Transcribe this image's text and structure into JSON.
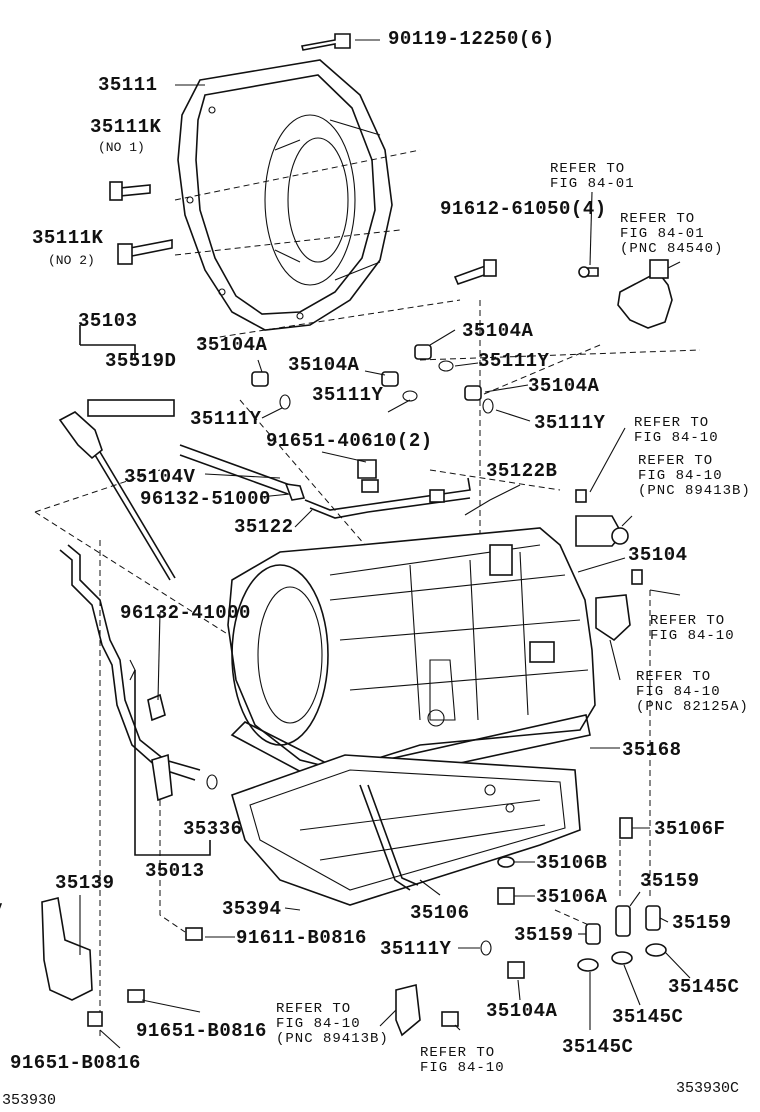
{
  "diagram": {
    "id_left": "353930",
    "id_right": "353930C",
    "labels": {
      "p90119": "90119-12250(6)",
      "p35111": "35111",
      "p35111k1": "35111K",
      "no1": "(NO 1)",
      "p35111k2": "35111K",
      "no2": "(NO 2)",
      "p91612": "91612-61050(4)",
      "p35103": "35103",
      "p35519d": "35519D",
      "p35104a_1": "35104A",
      "p35104a_2": "35104A",
      "p35104a_3": "35104A",
      "p35104a_4": "35104A",
      "p35104a_5": "35104A",
      "p35111y_1": "35111Y",
      "p35111y_2": "35111Y",
      "p35111y_3": "35111Y",
      "p35111y_4": "35111Y",
      "p35111y_5": "35111Y",
      "p91651_40610": "91651-40610(2)",
      "p35104v": "35104V",
      "p96132_51000": "96132-51000",
      "p35122": "35122",
      "p35122b": "35122B",
      "p35104": "35104",
      "p96132_41000": "96132-41000",
      "p35168": "35168",
      "p35336": "35336",
      "p35013": "35013",
      "p35106f": "35106F",
      "p35106b": "35106B",
      "p35106a": "35106A",
      "p35106": "35106",
      "p35139": "35139",
      "p35394": "35394",
      "p91611": "91611-B0816",
      "p35159_1": "35159",
      "p35159_2": "35159",
      "p35159_3": "35159",
      "p35145c_1": "35145C",
      "p35145c_2": "35145C",
      "p35145c_3": "35145C",
      "p91651_b0816_1": "91651-B0816",
      "p91651_b0816_2": "91651-B0816"
    },
    "references": [
      {
        "line1": "REFER TO",
        "line2": "FIG 84-01",
        "line3": ""
      },
      {
        "line1": "REFER TO",
        "line2": "FIG 84-01",
        "line3": "(PNC 84540)"
      },
      {
        "line1": "REFER TO",
        "line2": "FIG 84-10",
        "line3": ""
      },
      {
        "line1": "REFER TO",
        "line2": "FIG 84-10",
        "line3": "(PNC 89413B)"
      },
      {
        "line1": "REFER TO",
        "line2": "FIG 84-10",
        "line3": ""
      },
      {
        "line1": "REFER TO",
        "line2": "FIG 84-10",
        "line3": "(PNC 82125A)"
      },
      {
        "line1": "REFER TO",
        "line2": "FIG 84-10",
        "line3": "(PNC 89413B)"
      },
      {
        "line1": "REFER TO",
        "line2": "FIG 84-10",
        "line3": ""
      }
    ]
  }
}
